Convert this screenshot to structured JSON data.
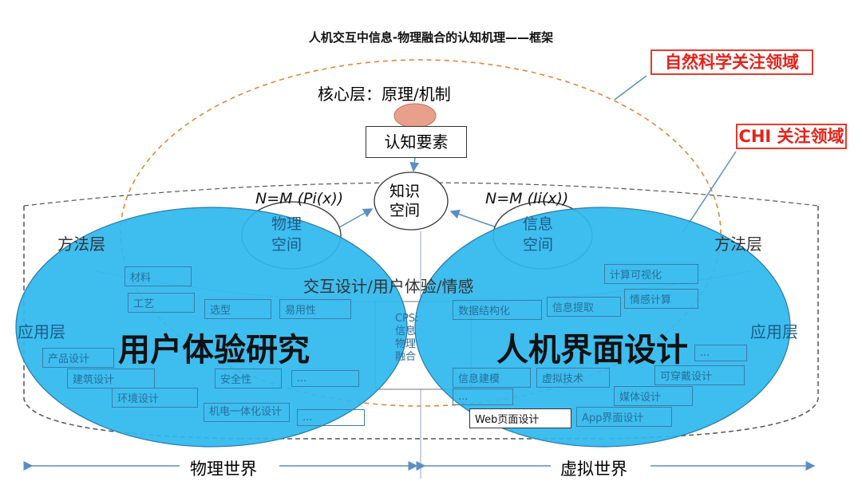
{
  "title": "人机交互中信息-物理融合的认知机理——框架",
  "callouts": {
    "natural_science": "自然科学关注领域",
    "chi": "CHI 关注领域"
  },
  "core_layer": "核心层：原理/机制",
  "cognitive_elements": "认知要素",
  "knowledge_space": [
    "知识",
    "空间"
  ],
  "physical_space": [
    "物理",
    "空间"
  ],
  "information_space": [
    "信息",
    "空间"
  ],
  "formula_left": "N=M (Pi(x))",
  "formula_right": "N=M (Ii(x))",
  "method_layer_left": "方法层",
  "method_layer_right": "方法层",
  "application_layer_left": "应用层",
  "application_layer_right": "应用层",
  "interaction_design": "交互设计/用户体验/情感",
  "cps": [
    "CPS:",
    "信息",
    "物理",
    "融合"
  ],
  "left_boxes": [
    "材料",
    "工艺",
    "选型",
    "易用性",
    "产品设计",
    "建筑设计",
    "环境设计",
    "安全性",
    "...",
    "机电一体化设计",
    "..."
  ],
  "right_boxes": [
    "计算可视化",
    "情感计算",
    "信息提取",
    "数据结构化",
    "信息建模",
    "虚拟技术",
    "...",
    "...",
    "可穿戴设计",
    "媒体设计",
    "App界面设计",
    "Web页面设计"
  ],
  "left_ellipse_label": "用户体验研究",
  "right_ellipse_label": "人机界面设计",
  "bottom_left": "物理世界",
  "bottom_right": "虚拟世界",
  "colors": {
    "ellipse": "#2fb8ee",
    "callout": "#e8211a",
    "orange_dash": "#e8843a"
  }
}
